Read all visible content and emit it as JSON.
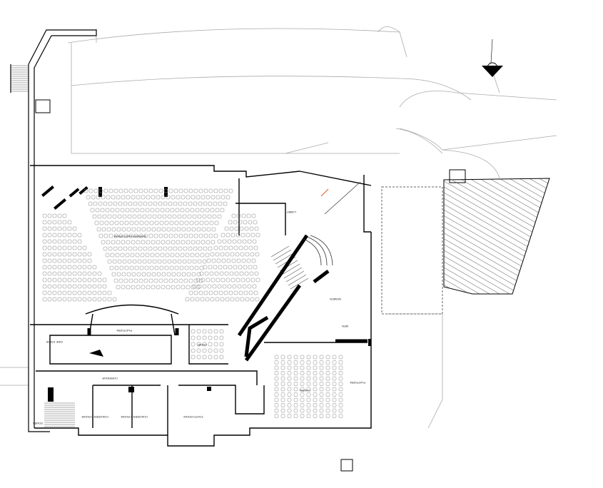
{
  "drawing": {
    "type": "architectural floor plan",
    "rooms": [
      {
        "id": "auditorium",
        "label": "WORSHIP AUDITORIUM"
      },
      {
        "id": "platform",
        "label": "PLATFORM"
      },
      {
        "id": "side-stage",
        "label": "SIDE STAGE"
      },
      {
        "id": "choir",
        "label": "CHOIR"
      },
      {
        "id": "corridor",
        "label": "CORRIDOR"
      },
      {
        "id": "lobby",
        "label": "LOBBY"
      },
      {
        "id": "chapel",
        "label": "CHAPEL"
      },
      {
        "id": "chapel-platform",
        "label": "PLATFORM"
      },
      {
        "id": "men",
        "label": "MEN"
      },
      {
        "id": "women",
        "label": "WOMEN"
      },
      {
        "id": "childrens-room-1",
        "label": "CHILDREN'S ROOM"
      },
      {
        "id": "childrens-room-2",
        "label": "CHILDREN'S ROOM"
      },
      {
        "id": "youth-room",
        "label": "YOUTH ROOM"
      },
      {
        "id": "stairs",
        "label": "STAIRS"
      }
    ],
    "colors": {
      "line": "#000000",
      "light": "#9a9a9a",
      "accent": "#e05a1e"
    }
  }
}
